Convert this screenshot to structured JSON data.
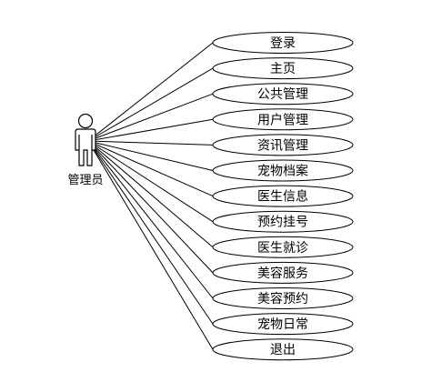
{
  "actor": {
    "label": "管理员",
    "icon": "stick-figure-actor-icon"
  },
  "use_cases": [
    {
      "label": "登录"
    },
    {
      "label": "主页"
    },
    {
      "label": "公共管理"
    },
    {
      "label": "用户管理"
    },
    {
      "label": "资讯管理"
    },
    {
      "label": "宠物档案"
    },
    {
      "label": "医生信息"
    },
    {
      "label": "预约挂号"
    },
    {
      "label": "医生就诊"
    },
    {
      "label": "美容服务"
    },
    {
      "label": "美容预约"
    },
    {
      "label": "宠物日常"
    },
    {
      "label": "退出"
    }
  ]
}
